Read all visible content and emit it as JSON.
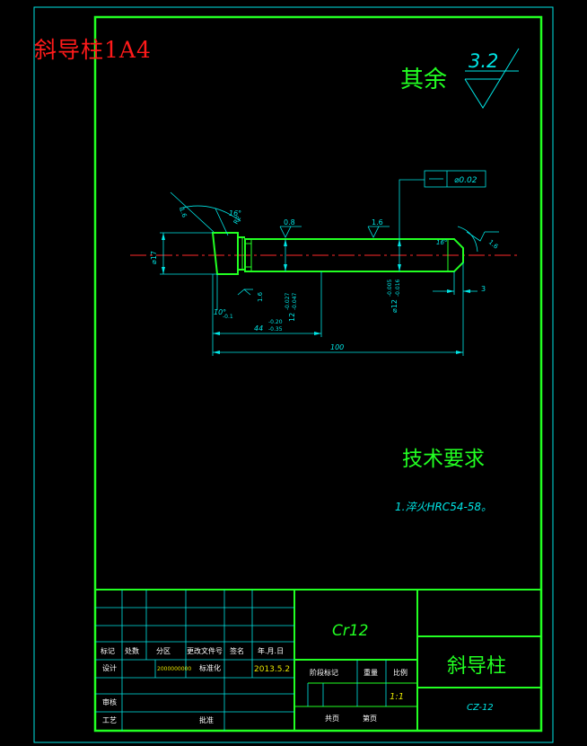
{
  "overlay_title": "斜导柱1A4",
  "surface_finish": {
    "text": "其余",
    "value": "3.2"
  },
  "dimensions": {
    "dia17": "⌀17",
    "dia12": "12",
    "tol12_upper": "-0.027",
    "tol12_lower": "-0.047",
    "dia12b": "⌀12",
    "tol12b_upper": "-0.005",
    "tol12b_lower": "-0.016",
    "len44": "44",
    "len44_upper": "-0.20",
    "len44_lower": "-0.35",
    "len100": "100",
    "len3": "3",
    "angle10": "10°",
    "angle10_tol": "-0.1",
    "angle16": "16°",
    "r2": "R2",
    "ra16a": "1.6",
    "ra16b": "1.6",
    "ra16c": "1.6",
    "ra16d": "1.6",
    "ra08": "0.8",
    "ra16e": "1.6",
    "ra16f": "1.6",
    "tolerance_frame": "⌀0.02"
  },
  "tech_req": {
    "heading": "技术要求",
    "item1": "1.淬火HRC54-58。"
  },
  "title_block": {
    "material": "Cr12",
    "part_name": "斜导柱",
    "drawing_no": "CZ-12",
    "scale": "1:1",
    "h_biaoji": "标记",
    "h_chushu": "处数",
    "h_fenqu": "分区",
    "h_wenjian": "更改文件号",
    "h_qianming": "签名",
    "h_nianyueri": "年.月.日",
    "r_sheji": "设计",
    "r_number": "2000000000",
    "r_biaozhunhua": "标准化",
    "r_date": "2013.5.2",
    "r_jieduan": "阶段标记",
    "r_zhongliang": "重量",
    "r_bili": "比例",
    "r_shenhe": "审核",
    "r_gongyi": "工艺",
    "r_pizhun": "批准",
    "r_gongye": "共页",
    "r_diye": "第页"
  }
}
